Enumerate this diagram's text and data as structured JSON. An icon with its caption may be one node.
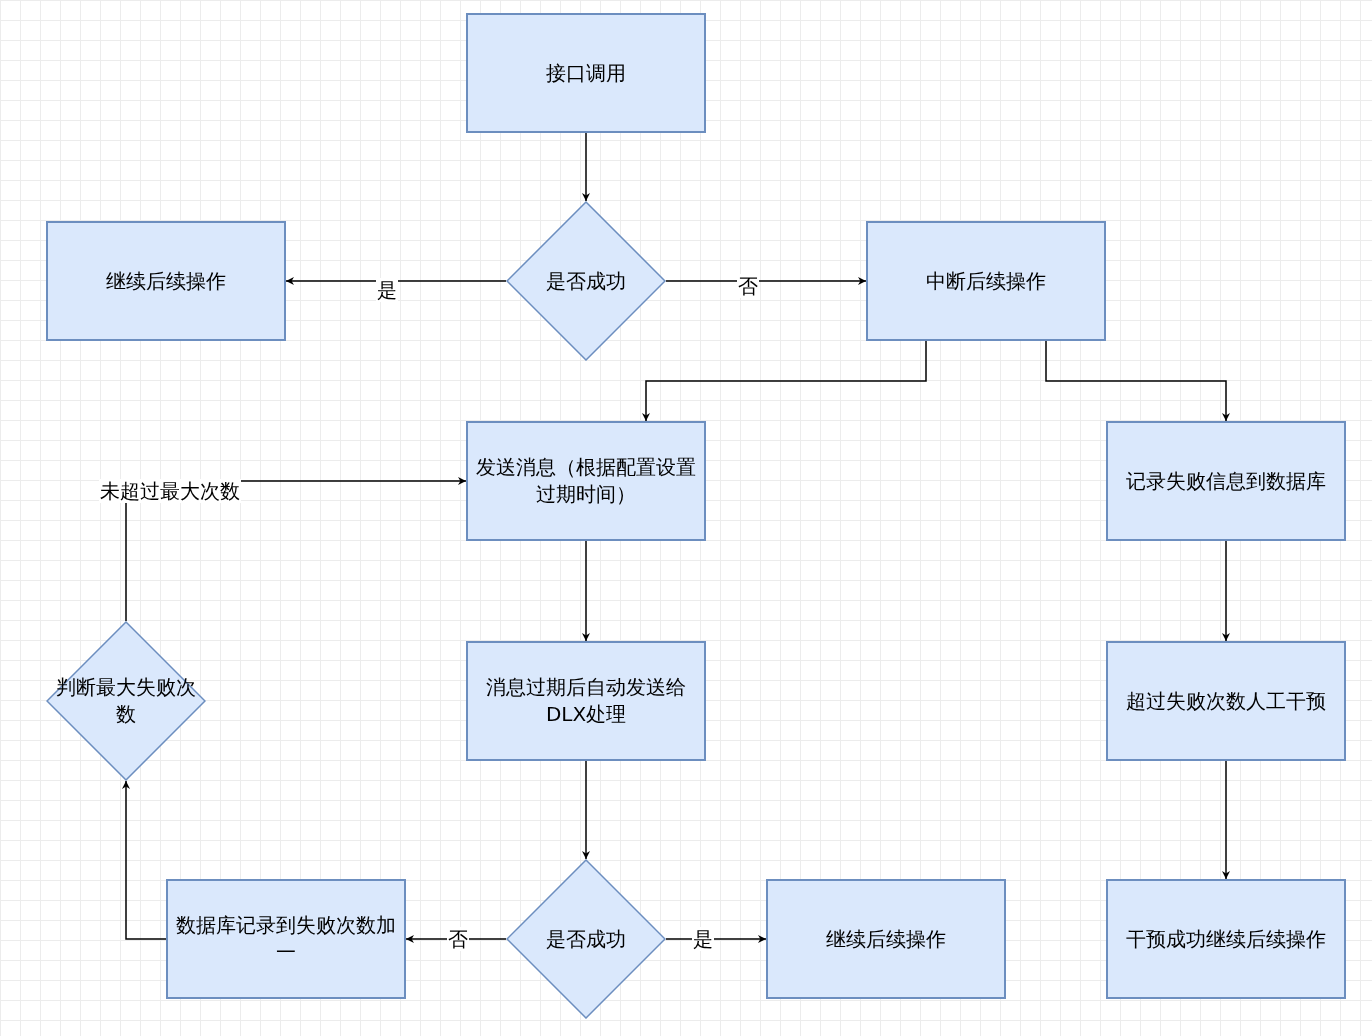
{
  "diagram": {
    "nodes": [
      {
        "text": [
          "接口调用"
        ]
      },
      {
        "text": [
          "是否成功"
        ]
      },
      {
        "text": [
          "继续后续操作"
        ]
      },
      {
        "text": [
          "中断后续操作"
        ]
      },
      {
        "text": [
          "发送消息（根据配置设置过期时间）"
        ]
      },
      {
        "text": [
          "记录失败信息到数据库"
        ]
      },
      {
        "text": [
          "消息过期后自动发送给DLX处理"
        ]
      },
      {
        "text": [
          "超过失败次数人工干预"
        ]
      },
      {
        "text": [
          "判断最大失败次数"
        ]
      },
      {
        "text": [
          "是否成功"
        ]
      },
      {
        "text": [
          "数据库记录到失败次数加一"
        ]
      },
      {
        "text": [
          "继续后续操作"
        ]
      },
      {
        "text": [
          "干预成功继续后续操作"
        ]
      }
    ],
    "edges": [
      {
        "from": 0,
        "to": 1,
        "arrow": "to"
      },
      {
        "from": 1,
        "to": 2,
        "arrow": "to",
        "label": "是"
      },
      {
        "from": 1,
        "to": 3,
        "arrow": "to",
        "label": "否"
      },
      {
        "from": 3,
        "to": 4,
        "arrow": "to"
      },
      {
        "from": 3,
        "to": 5,
        "arrow": "to"
      },
      {
        "from": 4,
        "to": 6,
        "arrow": "to"
      },
      {
        "from": 5,
        "to": 7,
        "arrow": "to"
      },
      {
        "from": 6,
        "to": 9,
        "arrow": "to"
      },
      {
        "from": 7,
        "to": 12,
        "arrow": "to"
      },
      {
        "from": 9,
        "to": 10,
        "arrow": "to",
        "label": "否"
      },
      {
        "from": 9,
        "to": 11,
        "arrow": "to",
        "label": "是"
      },
      {
        "from": 10,
        "to": 8,
        "arrow": "to"
      },
      {
        "from": 8,
        "to": 4,
        "arrow": "to",
        "label": "未超过最大次数"
      }
    ]
  }
}
